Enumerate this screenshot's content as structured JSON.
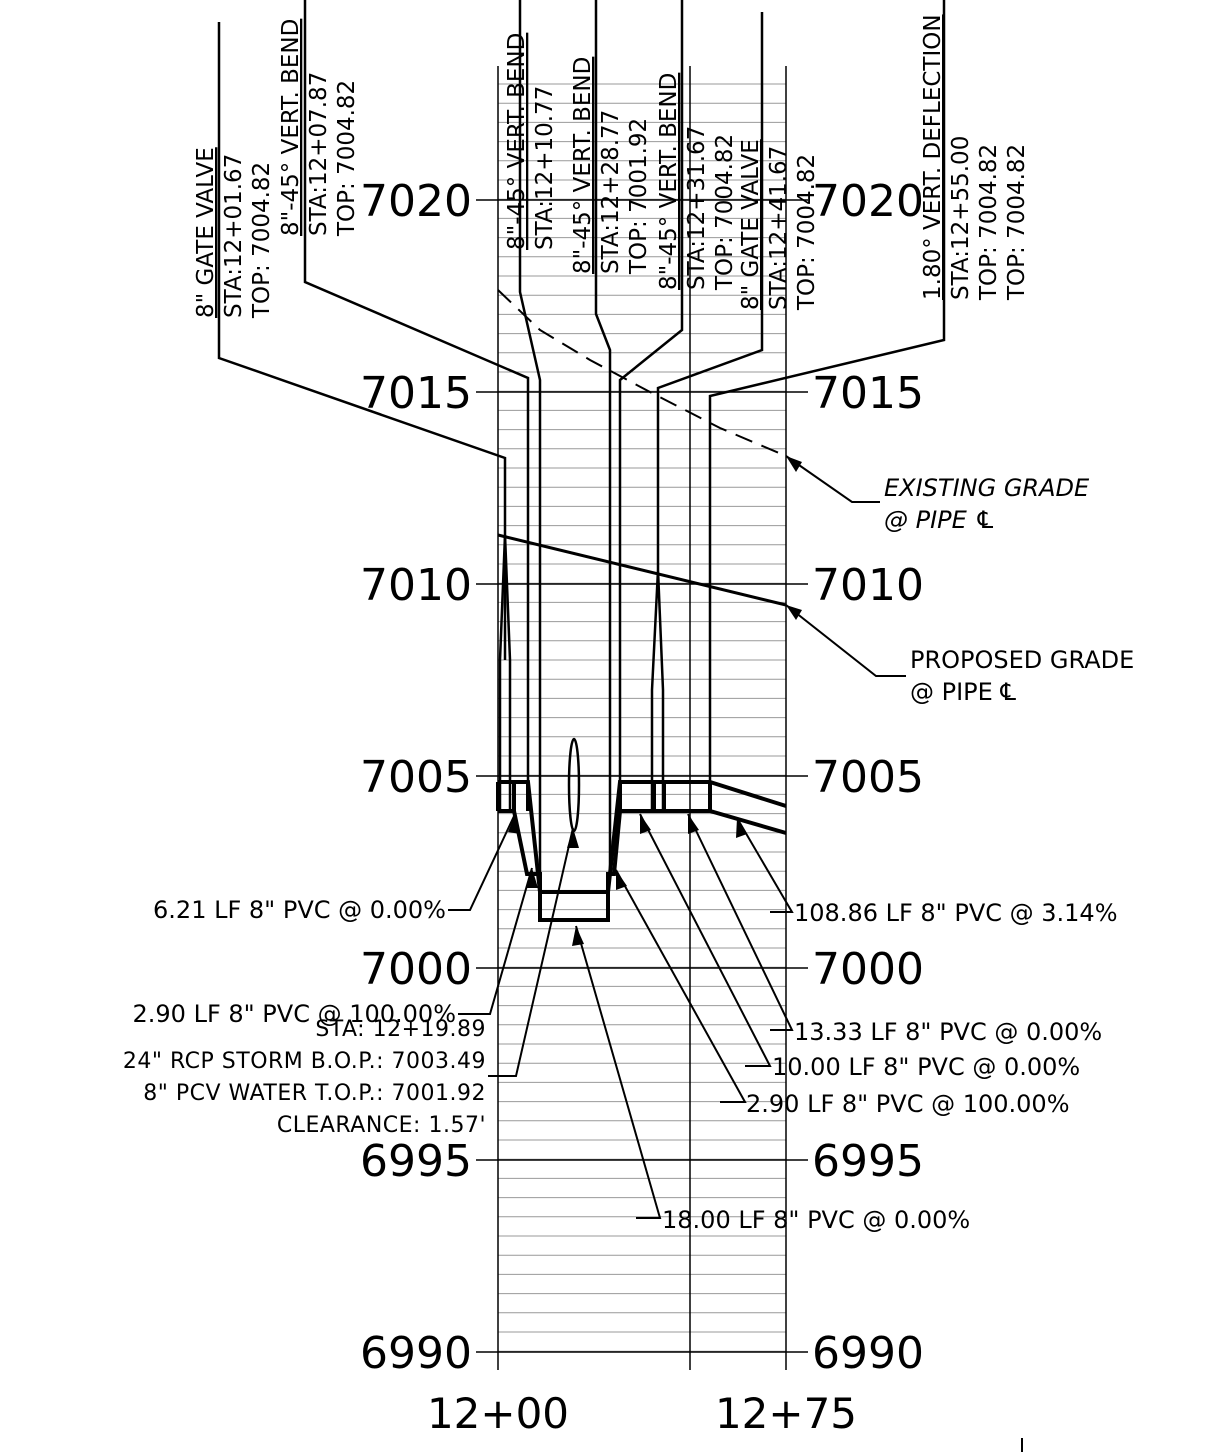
{
  "elevation_labels": [
    "7020",
    "7015",
    "7010",
    "7005",
    "7000",
    "6995",
    "6990"
  ],
  "station_labels": [
    "12+00",
    "12+75"
  ],
  "vertical_callouts": [
    {
      "lines": [
        "8\" GATE VALVE",
        "STA:12+01.67",
        "TOP: 7004.82"
      ]
    },
    {
      "lines": [
        "8\"-45° VERT. BEND",
        "STA:12+07.87",
        "TOP: 7004.82"
      ]
    },
    {
      "lines": [
        "8\"-45° VERT. BEND",
        "STA:12+10.77"
      ]
    },
    {
      "lines": [
        "8\"-45° VERT. BEND",
        "STA:12+28.77",
        "TOP: 7001.92"
      ]
    },
    {
      "lines": [
        "8\"-45° VERT. BEND",
        "STA:12+31.67",
        "TOP: 7004.82"
      ]
    },
    {
      "lines": [
        "8\" GATE VALVE",
        "STA:12+41.67",
        "TOP: 7004.82"
      ]
    },
    {
      "lines": [
        "1.80° VERT. DEFLECTION",
        "STA:12+55.00",
        "TOP: 7004.82",
        "TOP: 7004.82"
      ]
    }
  ],
  "grade_labels": {
    "existing": [
      "EXISTING GRADE",
      "@ PIPE ℄"
    ],
    "proposed": [
      "PROPOSED GRADE",
      "@ PIPE ℄"
    ]
  },
  "pipe_callouts": {
    "left_1": "6.21 LF 8\" PVC @ 0.00%",
    "left_2": "2.90 LF 8\" PVC @ 100.00%",
    "right_1": "108.86 LF 8\" PVC @ 3.14%",
    "right_2": "13.33 LF 8\" PVC @ 0.00%",
    "right_3": "10.00 LF 8\" PVC @ 0.00%",
    "right_4": "2.90 LF 8\" PVC @ 100.00%",
    "bottom": "18.00 LF 8\" PVC @ 0.00%"
  },
  "crossing_note": [
    "STA: 12+19.89",
    "24\" RCP STORM B.O.P.: 7003.49",
    "8\" PCV WATER T.O.P.: 7001.92",
    "CLEARANCE: 1.57'"
  ]
}
